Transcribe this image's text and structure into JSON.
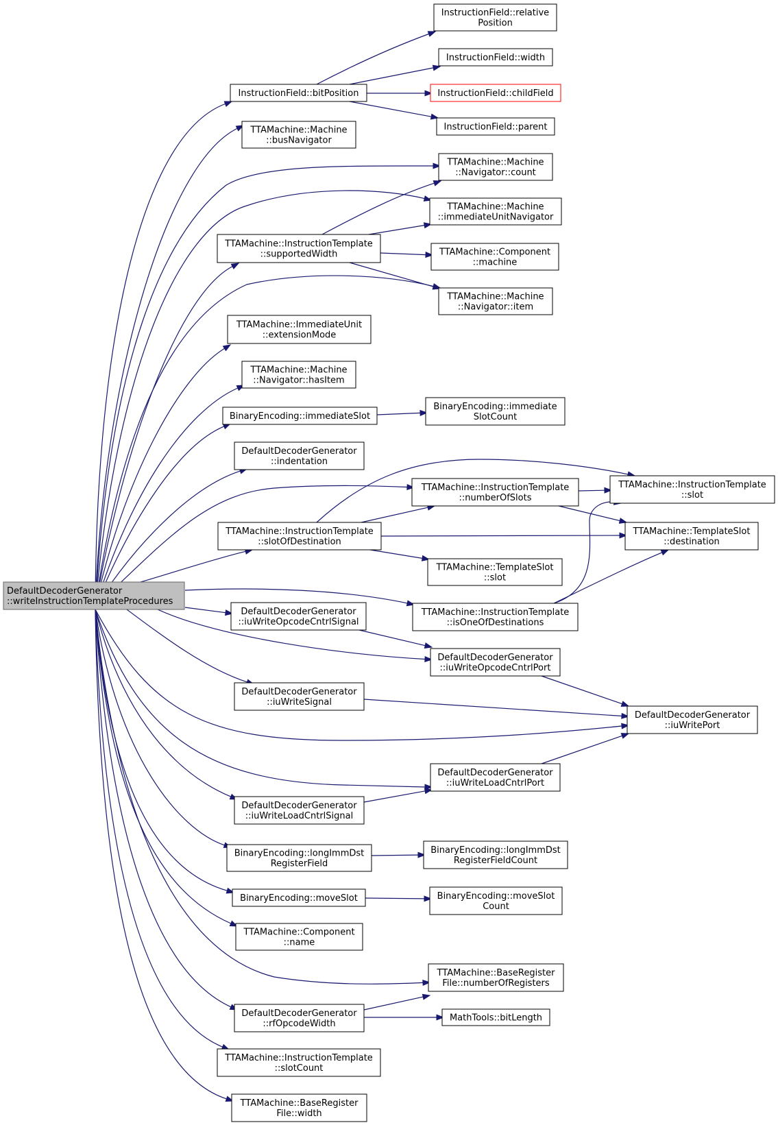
{
  "diagram": {
    "colors": {
      "edge": "#191970",
      "node_border": "#000000",
      "node_border_incomplete": "#ff0000",
      "root_fill": "#bfbfbf",
      "root_border": "#666666"
    },
    "nodes": [
      {
        "id": "root",
        "lines": [
          "DefaultDecoderGenerator",
          "::writeInstructionTemplateProcedures"
        ],
        "style": "root"
      },
      {
        "id": "bitPosition",
        "lines": [
          "InstructionField::bitPosition"
        ]
      },
      {
        "id": "relPos",
        "lines": [
          "InstructionField::relative",
          "Position"
        ]
      },
      {
        "id": "ifWidth",
        "lines": [
          "InstructionField::width"
        ]
      },
      {
        "id": "childField",
        "lines": [
          "InstructionField::childField"
        ],
        "style": "red"
      },
      {
        "id": "ifParent",
        "lines": [
          "InstructionField::parent"
        ]
      },
      {
        "id": "busNav",
        "lines": [
          "TTAMachine::Machine",
          "::busNavigator"
        ]
      },
      {
        "id": "navCount",
        "lines": [
          "TTAMachine::Machine",
          "::Navigator::count"
        ]
      },
      {
        "id": "iuNav",
        "lines": [
          "TTAMachine::Machine",
          "::immediateUnitNavigator"
        ]
      },
      {
        "id": "suppWidth",
        "lines": [
          "TTAMachine::InstructionTemplate",
          "::supportedWidth"
        ]
      },
      {
        "id": "compMachine",
        "lines": [
          "TTAMachine::Component",
          "::machine"
        ]
      },
      {
        "id": "navItem",
        "lines": [
          "TTAMachine::Machine",
          "::Navigator::item"
        ]
      },
      {
        "id": "extMode",
        "lines": [
          "TTAMachine::ImmediateUnit",
          "::extensionMode"
        ]
      },
      {
        "id": "hasItem",
        "lines": [
          "TTAMachine::Machine",
          "::Navigator::hasItem"
        ]
      },
      {
        "id": "immSlot",
        "lines": [
          "BinaryEncoding::immediateSlot"
        ]
      },
      {
        "id": "immSlotCount",
        "lines": [
          "BinaryEncoding::immediate",
          "SlotCount"
        ]
      },
      {
        "id": "indent",
        "lines": [
          "DefaultDecoderGenerator",
          "::indentation"
        ]
      },
      {
        "id": "numSlots",
        "lines": [
          "TTAMachine::InstructionTemplate",
          "::numberOfSlots"
        ]
      },
      {
        "id": "itSlot",
        "lines": [
          "TTAMachine::InstructionTemplate",
          "::slot"
        ]
      },
      {
        "id": "slotOfDest",
        "lines": [
          "TTAMachine::InstructionTemplate",
          "::slotOfDestination"
        ]
      },
      {
        "id": "tsDest",
        "lines": [
          "TTAMachine::TemplateSlot",
          "::destination"
        ]
      },
      {
        "id": "tsSlot",
        "lines": [
          "TTAMachine::TemplateSlot",
          "::slot"
        ]
      },
      {
        "id": "isOneOf",
        "lines": [
          "TTAMachine::InstructionTemplate",
          "::isOneOfDestinations"
        ]
      },
      {
        "id": "iuWOCS",
        "lines": [
          "DefaultDecoderGenerator",
          "::iuWriteOpcodeCntrlSignal"
        ]
      },
      {
        "id": "iuWOCP",
        "lines": [
          "DefaultDecoderGenerator",
          "::iuWriteOpcodeCntrlPort"
        ]
      },
      {
        "id": "iuWS",
        "lines": [
          "DefaultDecoderGenerator",
          "::iuWriteSignal"
        ]
      },
      {
        "id": "iuWP",
        "lines": [
          "DefaultDecoderGenerator",
          "::iuWritePort"
        ]
      },
      {
        "id": "iuWLCP",
        "lines": [
          "DefaultDecoderGenerator",
          "::iuWriteLoadCntrlPort"
        ]
      },
      {
        "id": "iuWLCS",
        "lines": [
          "DefaultDecoderGenerator",
          "::iuWriteLoadCntrlSignal"
        ]
      },
      {
        "id": "longImm",
        "lines": [
          "BinaryEncoding::longImmDst",
          "RegisterField"
        ]
      },
      {
        "id": "longImmCount",
        "lines": [
          "BinaryEncoding::longImmDst",
          "RegisterFieldCount"
        ]
      },
      {
        "id": "moveSlot",
        "lines": [
          "BinaryEncoding::moveSlot"
        ]
      },
      {
        "id": "moveSlotCount",
        "lines": [
          "BinaryEncoding::moveSlot",
          "Count"
        ]
      },
      {
        "id": "compName",
        "lines": [
          "TTAMachine::Component",
          "::name"
        ]
      },
      {
        "id": "numRegs",
        "lines": [
          "TTAMachine::BaseRegister",
          "File::numberOfRegisters"
        ]
      },
      {
        "id": "rfOpW",
        "lines": [
          "DefaultDecoderGenerator",
          "::rfOpcodeWidth"
        ]
      },
      {
        "id": "bitLen",
        "lines": [
          "MathTools::bitLength"
        ]
      },
      {
        "id": "slotCount",
        "lines": [
          "TTAMachine::InstructionTemplate",
          "::slotCount"
        ]
      },
      {
        "id": "brfWidth",
        "lines": [
          "TTAMachine::BaseRegister",
          "File::width"
        ]
      }
    ]
  }
}
